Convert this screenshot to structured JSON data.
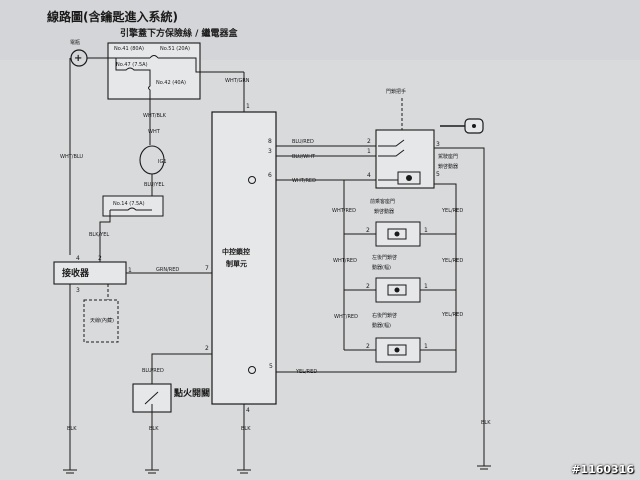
{
  "title": "線路圖(含鑰匙進入系統)",
  "fusebox": {
    "label": "引擎蓋下方保險絲 / 繼電器盒",
    "fuse_a": "No.41 (80A)",
    "fuse_b": "No.51 (20A)",
    "fuse_c": "No.47 (7.5A)",
    "fuse_d": "No.42 (40A)"
  },
  "battery": "電瓶",
  "fuse_14": "No.14 (7.5A)",
  "ig1": "IG1",
  "receiver": "接收器",
  "antenna": "天線(內藏)",
  "central_unit": [
    "中控鎖控",
    "制單元"
  ],
  "ignition_switch": "點火開關",
  "door_handle": "門鎖把手",
  "driver_actuator": [
    "駕駛座門",
    "鎖啓動器"
  ],
  "front_passenger_actuator": [
    "前乘客座門",
    "鎖啓動器"
  ],
  "rear_left_actuator": [
    "左後門鎖啓",
    "動器(幅)"
  ],
  "rear_right_actuator": [
    "右後門鎖啓",
    "動器(幅)"
  ],
  "wires": {
    "wht_grn": "WHT/GRN",
    "wht_blk": "WHT/BLK",
    "wht": "WHT",
    "blu_yel": "BLU/YEL",
    "blk_yel": "BLK/YEL",
    "wht_blu": "WHT/BLU",
    "grn_red": "GRN/RED",
    "blu_red": "BLU/RED",
    "blu_red_top": "BLU/RED",
    "blu_wht": "BLU/WHT",
    "wht_red": "WHT/RED",
    "yel_red": "YEL/RED",
    "blk": "BLK"
  },
  "pins": [
    "1",
    "2",
    "3",
    "4",
    "5",
    "6",
    "7",
    "8"
  ],
  "watermark": "#1160316",
  "colors": {
    "background": "#d9dadc",
    "ink": "#1a1a1a",
    "box": "#e6e7e9"
  }
}
